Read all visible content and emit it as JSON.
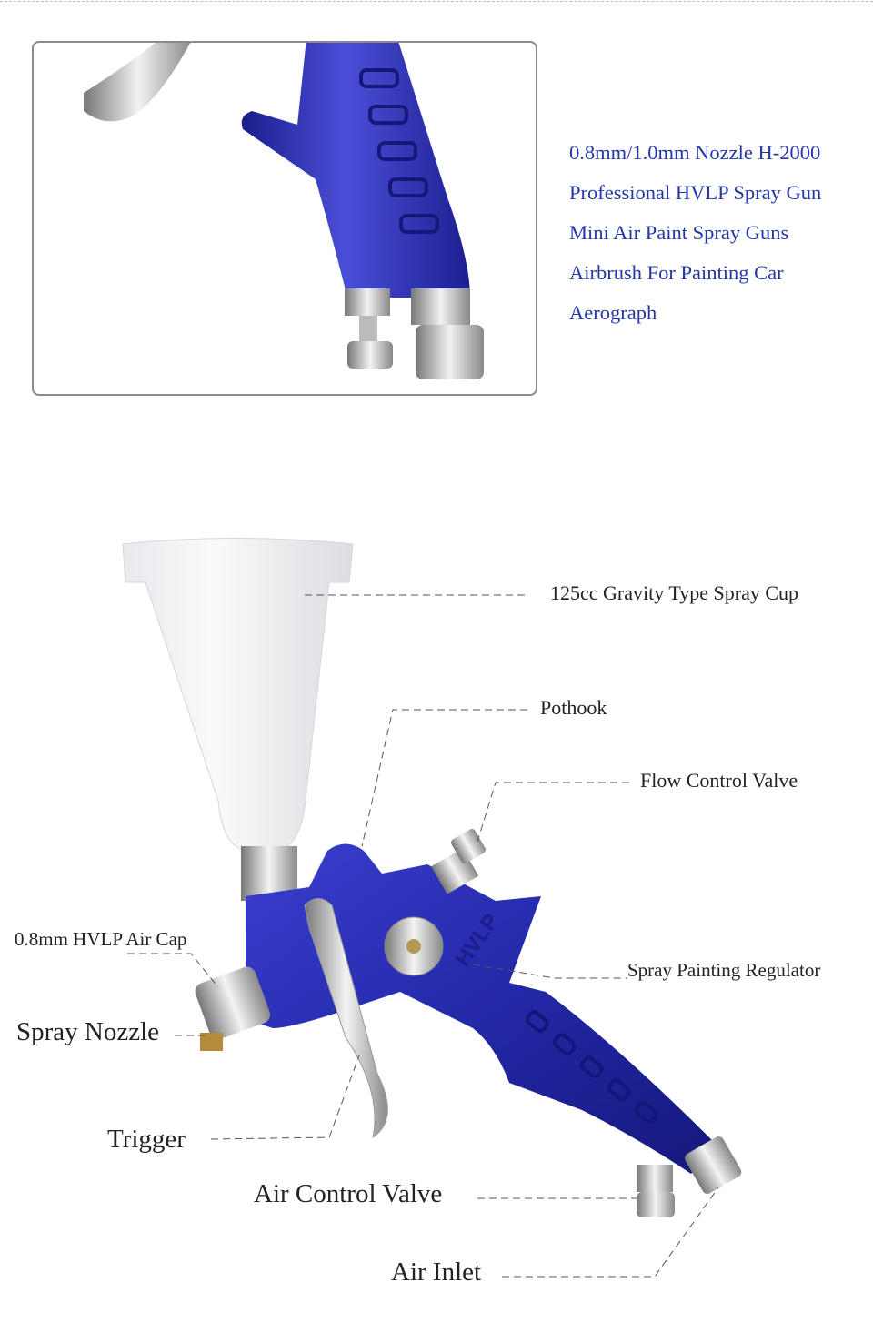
{
  "product": {
    "title_lines": [
      "0.8mm/1.0mm Nozzle H-2000",
      "Professional HVLP Spray Gun",
      "Mini Air Paint Spray Guns",
      "Airbrush For Painting Car",
      "Aerograph"
    ],
    "title_color": "#2436a8",
    "body_color": "#2b2fa8",
    "body_imprint": "HVLP"
  },
  "callouts": {
    "cup": "125cc Gravity Type Spray Cup",
    "pothook": "Pothook",
    "flow_valve": "Flow Control Valve",
    "air_cap": "0.8mm HVLP Air Cap",
    "regulator": "Spray Painting Regulator",
    "nozzle": "Spray Nozzle",
    "trigger": "Trigger",
    "air_valve": "Air Control Valve",
    "air_inlet": "Air Inlet"
  }
}
